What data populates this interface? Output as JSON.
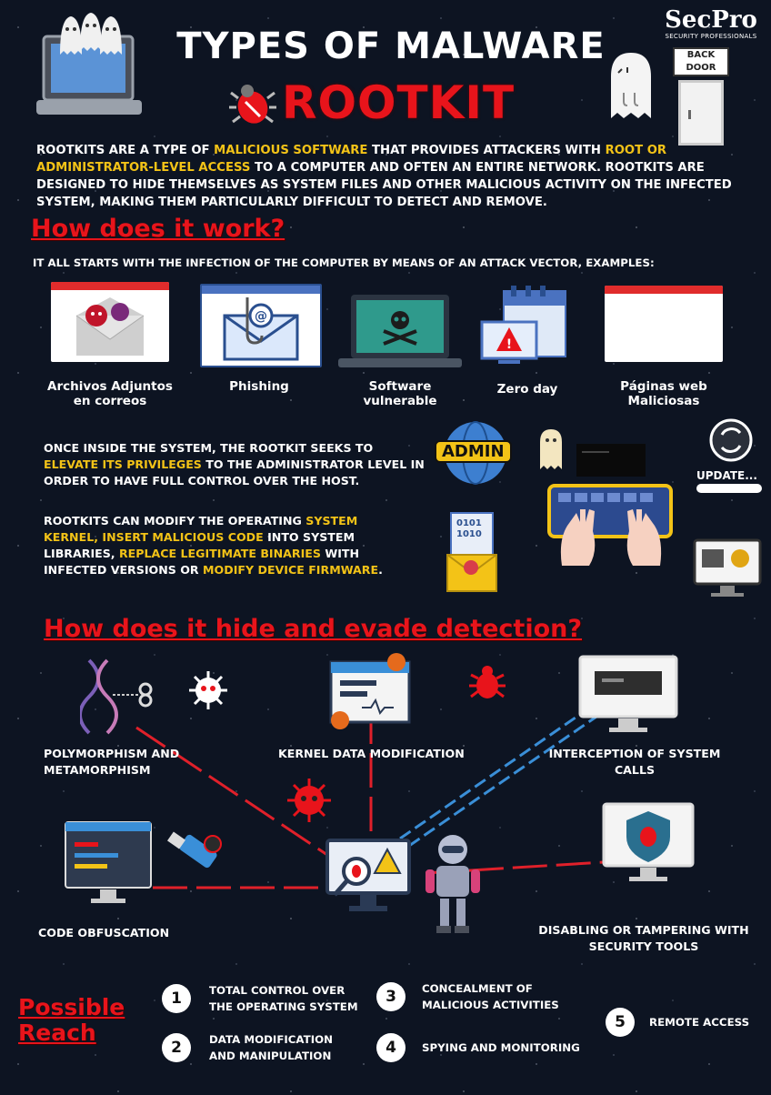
{
  "header": {
    "title": "TYPES OF MALWARE",
    "subtitle": "ROOTKIT",
    "logo_name": "SecPro",
    "logo_tagline": "SECURITY PROFESSIONALS",
    "door_sign": "BACK DOOR"
  },
  "intro": {
    "p1": "ROOTKITS ARE A TYPE OF ",
    "h1": "MALICIOUS SOFTWARE",
    "p2": " THAT PROVIDES ATTACKERS WITH ",
    "h2": "ROOT OR ADMINISTRATOR-LEVEL ACCESS",
    "p3": " TO A COMPUTER AND OFTEN AN ENTIRE NETWORK. ROOTKITS ARE DESIGNED TO HIDE THEMSELVES AS SYSTEM FILES AND OTHER MALICIOUS ACTIVITY ON THE INFECTED SYSTEM, MAKING THEM PARTICULARLY DIFFICULT TO DETECT AND REMOVE."
  },
  "how_it_works": {
    "heading": "How does it work?",
    "lead": "IT ALL STARTS WITH THE INFECTION OF THE COMPUTER BY MEANS OF AN ATTACK VECTOR, EXAMPLES:",
    "vectors": [
      {
        "label_1": "Archivos Adjuntos",
        "label_2": "en correos"
      },
      {
        "label_1": "Phishing",
        "label_2": ""
      },
      {
        "label_1": "Software",
        "label_2": "vulnerable"
      },
      {
        "label_1": "Zero day",
        "label_2": ""
      },
      {
        "label_1": "Páginas web",
        "label_2": "Maliciosas"
      }
    ],
    "para1": {
      "a": "ONCE INSIDE THE SYSTEM, THE ROOTKIT SEEKS TO ",
      "b": "ELEVATE ITS PRIVILEGES",
      "c": " TO THE ADMINISTRATOR LEVEL IN ORDER TO HAVE FULL CONTROL OVER THE HOST."
    },
    "para2": {
      "a": "ROOTKITS CAN MODIFY THE OPERATING ",
      "b": "SYSTEM KERNEL, INSERT MALICIOUS CODE",
      "c": " INTO SYSTEM LIBRARIES, ",
      "d": "REPLACE LEGITIMATE BINARIES",
      "e": " WITH INFECTED VERSIONS OR ",
      "f": "MODIFY DEVICE FIRMWARE",
      "g": "."
    },
    "admin_badge": "ADMIN",
    "update_label": "UPDATE...",
    "binary_text": "0101 1010"
  },
  "evasion": {
    "heading": "How does it hide and evade detection?",
    "techniques": [
      {
        "line1": "POLYMORPHISM AND",
        "line2": "METAMORPHISM"
      },
      {
        "line1": "KERNEL DATA MODIFICATION",
        "line2": ""
      },
      {
        "line1": "INTERCEPTION OF SYSTEM",
        "line2": "CALLS"
      },
      {
        "line1": "CODE OBFUSCATION",
        "line2": ""
      },
      {
        "line1": "DISABLING OR TAMPERING WITH",
        "line2": "SECURITY TOOLS"
      }
    ]
  },
  "reach": {
    "heading_1": "Possible",
    "heading_2": "Reach",
    "items": [
      {
        "num": "1",
        "line1": "TOTAL CONTROL OVER",
        "line2": "THE OPERATING SYSTEM"
      },
      {
        "num": "2",
        "line1": "DATA MODIFICATION",
        "line2": "AND MANIPULATION"
      },
      {
        "num": "3",
        "line1": "CONCEALMENT OF",
        "line2": "MALICIOUS ACTIVITIES"
      },
      {
        "num": "4",
        "line1": "SPYING AND MONITORING",
        "line2": ""
      },
      {
        "num": "5",
        "line1": "REMOTE ACCESS",
        "line2": ""
      }
    ]
  },
  "colors": {
    "accent_red": "#e8141b",
    "highlight_yellow": "#f3c317",
    "background": "#0d1422",
    "line_blue": "#3a8fd8"
  }
}
